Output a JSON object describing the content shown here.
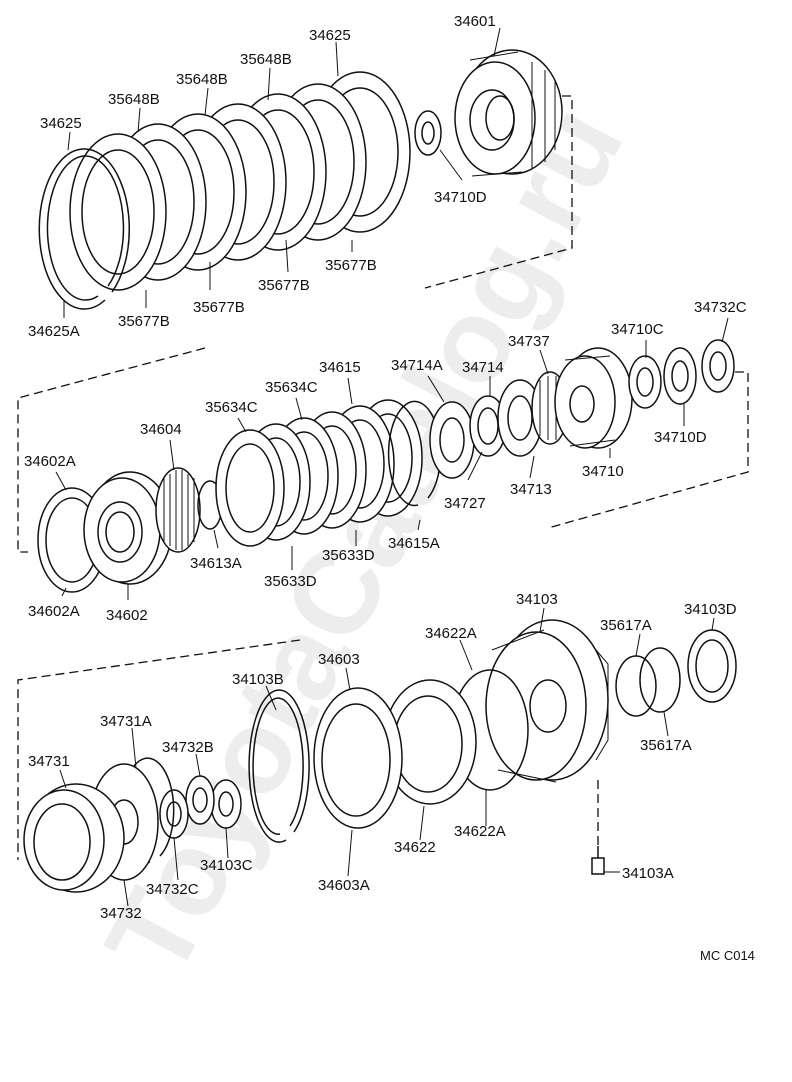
{
  "watermark": "ToyotaCatalog.ru",
  "diagram_code": "MC C014",
  "labels": {
    "l34601": "34601",
    "l34625_top": "34625",
    "l35648B_1": "35648B",
    "l35648B_2": "35648B",
    "l35648B_3": "35648B",
    "l34625_left": "34625",
    "l34710D_top": "34710D",
    "l35677B_1": "35677B",
    "l35677B_2": "35677B",
    "l35677B_3": "35677B",
    "l35677B_4": "35677B",
    "l34625A": "34625A",
    "l34732C_top": "34732C",
    "l34710C": "34710C",
    "l34737": "34737",
    "l34615": "34615",
    "l34714A": "34714A",
    "l34714": "34714",
    "l35634C_1": "35634C",
    "l35634C_2": "35634C",
    "l34604": "34604",
    "l34602A_top": "34602A",
    "l34710D_mid": "34710D",
    "l34710": "34710",
    "l34713": "34713",
    "l34727": "34727",
    "l34615A": "34615A",
    "l34613A": "34613A",
    "l35633D_1": "35633D",
    "l35633D_2": "35633D",
    "l34602A_bot": "34602A",
    "l34602": "34602",
    "l34103": "34103",
    "l34103D": "34103D",
    "l34622A_top": "34622A",
    "l35617A_top": "35617A",
    "l34603": "34603",
    "l34103B": "34103B",
    "l34731A": "34731A",
    "l34732B": "34732B",
    "l34731": "34731",
    "l35617A_bot": "35617A",
    "l34622A_bot": "34622A",
    "l34622": "34622",
    "l34103C": "34103C",
    "l34732C_bot": "34732C",
    "l34603A": "34603A",
    "l34103A": "34103A",
    "l34732": "34732"
  }
}
